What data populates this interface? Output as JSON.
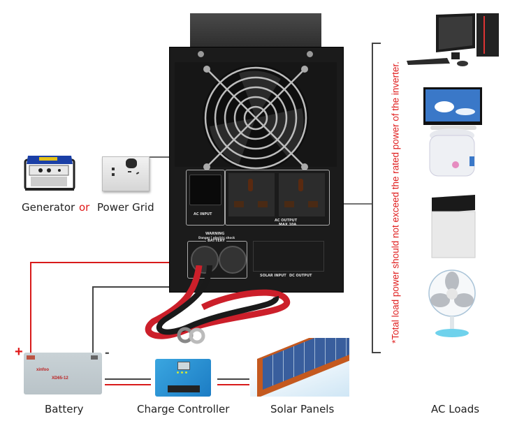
{
  "title": "Inverter wiring diagram",
  "labels": {
    "generator": "Generator",
    "or": "or",
    "power_grid": "Power Grid",
    "battery": "Battery",
    "charge_controller": "Charge Controller",
    "solar_panels": "Solar Panels",
    "ac_loads": "AC Loads",
    "plus": "+",
    "minus": "-"
  },
  "note": "*Total load power should not exceed the rated power of the inverter.",
  "inverter_panel": {
    "ac_input": "AC INPUT",
    "ac_output": "AC OUTPUT",
    "ac_output_rating": "MAX 10A",
    "warning": "WARNING",
    "warning_sub": "Danger ! electric shock",
    "battery": "BATTERY",
    "solar_input": "SOLAR INPUT",
    "dc_output": "DC OUTPUT"
  },
  "battery_device": {
    "brand": "xinfoo",
    "model": "XD65-12"
  },
  "ac_loads": [
    {
      "name": "computer"
    },
    {
      "name": "tv"
    },
    {
      "name": "rice-cooker"
    },
    {
      "name": "washing-machine"
    },
    {
      "name": "fan"
    }
  ],
  "colors": {
    "positive_wire": "#d81a1a",
    "negative_wire": "#444444",
    "note_text": "#e02020",
    "inverter_body": "#1b1b1b"
  }
}
